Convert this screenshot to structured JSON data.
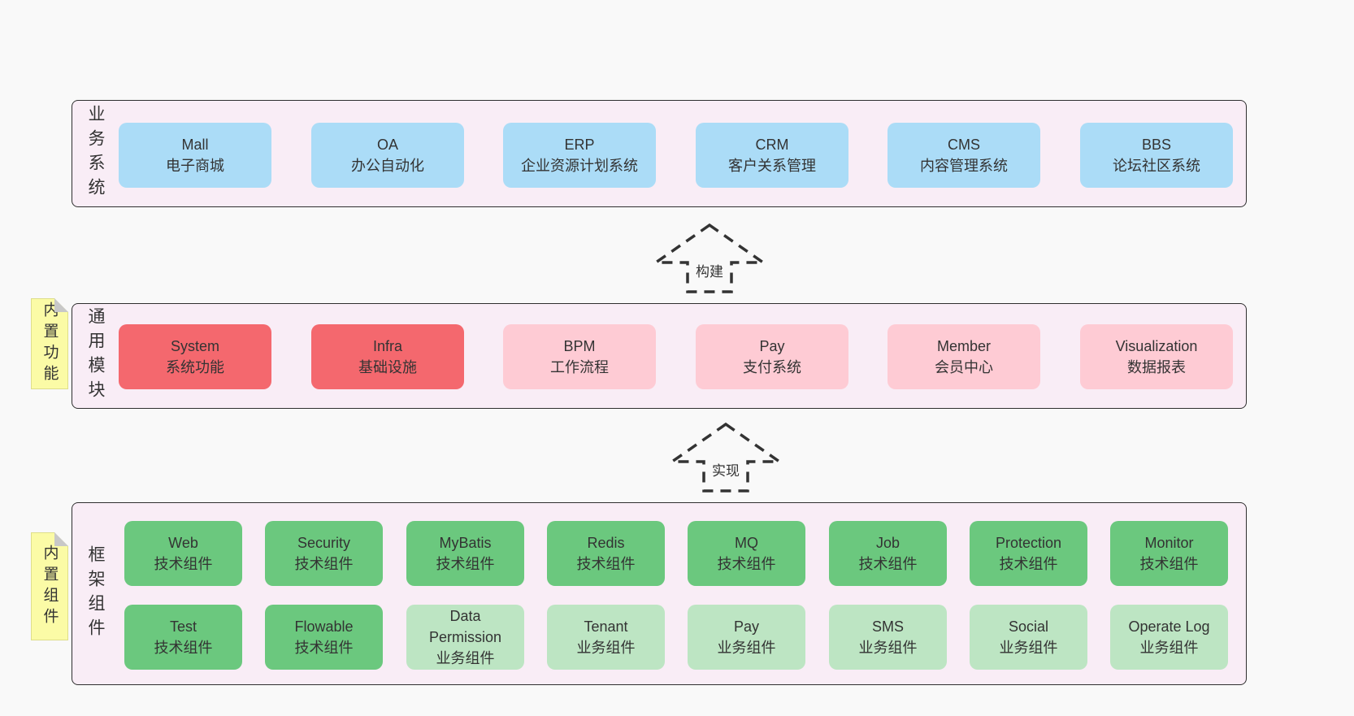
{
  "colors": {
    "page_bg": "#f9f9f9",
    "layer_bg": "#f9edf6",
    "layer_border": "#2f2f2f",
    "business_box": "#abdcf7",
    "core_module_box": "#f4686e",
    "optional_module_box": "#fecbd4",
    "tech_component_box": "#6bc87e",
    "biz_component_box": "#bde5c3",
    "note_bg": "#fbfba6",
    "note_fold": "#c8c8c8",
    "text": "#333333"
  },
  "arrows": [
    {
      "label": "构建"
    },
    {
      "label": "实现"
    }
  ],
  "layers": [
    {
      "label": "业务系统",
      "rows": [
        [
          {
            "name": "Mall",
            "desc": "电子商城"
          },
          {
            "name": "OA",
            "desc": "办公自动化"
          },
          {
            "name": "ERP",
            "desc": "企业资源计划系统"
          },
          {
            "name": "CRM",
            "desc": "客户关系管理"
          },
          {
            "name": "CMS",
            "desc": "内容管理系统"
          },
          {
            "name": "BBS",
            "desc": "论坛社区系统"
          }
        ]
      ]
    },
    {
      "label": "通用模块",
      "note": "内置功能",
      "rows": [
        [
          {
            "name": "System",
            "desc": "系统功能"
          },
          {
            "name": "Infra",
            "desc": "基础设施"
          },
          {
            "name": "BPM",
            "desc": "工作流程"
          },
          {
            "name": "Pay",
            "desc": "支付系统"
          },
          {
            "name": "Member",
            "desc": "会员中心"
          },
          {
            "name": "Visualization",
            "desc": "数据报表"
          }
        ]
      ]
    },
    {
      "label": "框架组件",
      "note": "内置组件",
      "rows": [
        [
          {
            "name": "Web",
            "desc": "技术组件"
          },
          {
            "name": "Security",
            "desc": "技术组件"
          },
          {
            "name": "MyBatis",
            "desc": "技术组件"
          },
          {
            "name": "Redis",
            "desc": "技术组件"
          },
          {
            "name": "MQ",
            "desc": "技术组件"
          },
          {
            "name": "Job",
            "desc": "技术组件"
          },
          {
            "name": "Protection",
            "desc": "技术组件"
          },
          {
            "name": "Monitor",
            "desc": "技术组件"
          }
        ],
        [
          {
            "name": "Test",
            "desc": "技术组件"
          },
          {
            "name": "Flowable",
            "desc": "技术组件"
          },
          {
            "name": "Data\nPermission",
            "desc": "业务组件"
          },
          {
            "name": "Tenant",
            "desc": "业务组件"
          },
          {
            "name": "Pay",
            "desc": "业务组件"
          },
          {
            "name": "SMS",
            "desc": "业务组件"
          },
          {
            "name": "Social",
            "desc": "业务组件"
          },
          {
            "name": "Operate Log",
            "desc": "业务组件"
          }
        ]
      ]
    }
  ]
}
